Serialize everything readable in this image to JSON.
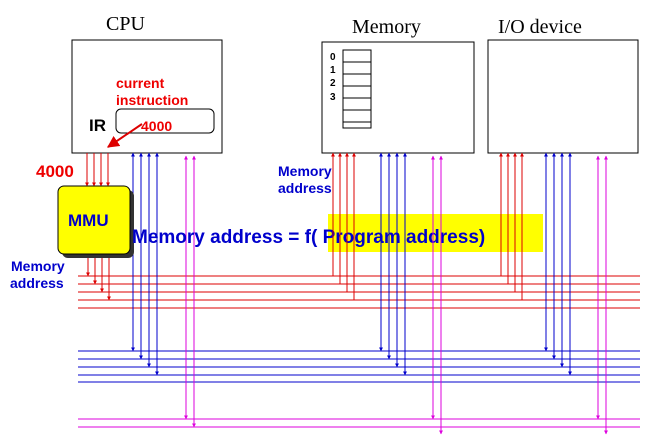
{
  "components": {
    "cpu": {
      "title": "CPU",
      "ir_label": "IR",
      "ir_value": "4000"
    },
    "memory": {
      "title": "Memory",
      "cell_labels": [
        "0",
        "1",
        "2",
        "3"
      ]
    },
    "io": {
      "title": "I/O device"
    },
    "mmu": {
      "label": "MMU",
      "input_value": "4000"
    }
  },
  "annotations": {
    "current_instruction_line1": "current",
    "current_instruction_line2": "instruction",
    "mmu_output_line1": "Memory",
    "mmu_output_line2": "address",
    "memory_input_line1": "Memory",
    "memory_input_line2": "address",
    "formula": "Memory address = f( Program address)"
  },
  "colors": {
    "address_bus": "#dd0000",
    "data_bus": "#0000cc",
    "control_bus": "#dd00dd",
    "highlight": "#ffff00",
    "annotation_red": "#ee0000",
    "annotation_blue": "#0000cc"
  }
}
